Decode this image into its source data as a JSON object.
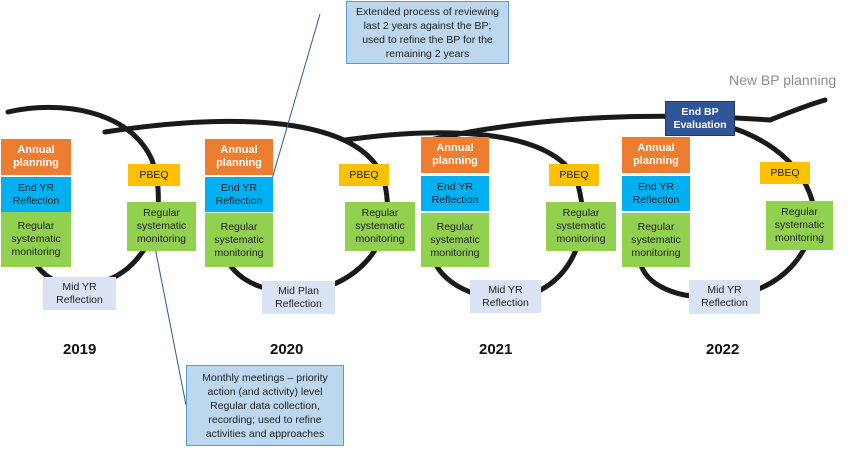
{
  "years": [
    "2019",
    "2020",
    "2021",
    "2022"
  ],
  "labels": {
    "annual_planning": "Annual\nplanning",
    "end_yr_reflection": "End YR\nReflection",
    "regular_systematic_monitoring": "Regular\nsystematic\nmonitoring",
    "pbeq": "PBEQ",
    "mid_yr_reflection": "Mid YR\nReflection",
    "mid_plan_reflection": "Mid Plan\nReflection",
    "end_bp_evaluation": "End BP\nEvaluation",
    "new_bp_planning": "New BP planning"
  },
  "callouts": {
    "top": "Extended process of reviewing\nlast 2 years against the BP;\nused to refine the BP for the\nremaining 2 years",
    "bottom": "Monthly meetings – priority\naction (and activity) level\nRegular data collection,\nrecording; used to refine\nactivities and approaches"
  },
  "colors": {
    "orange": "#ed7d31",
    "blue": "#00b0f0",
    "green": "#92d050",
    "yellow": "#ffc000",
    "lavender": "#dae3f3",
    "navy": "#2f5597",
    "callout": "#bdd7ee"
  }
}
